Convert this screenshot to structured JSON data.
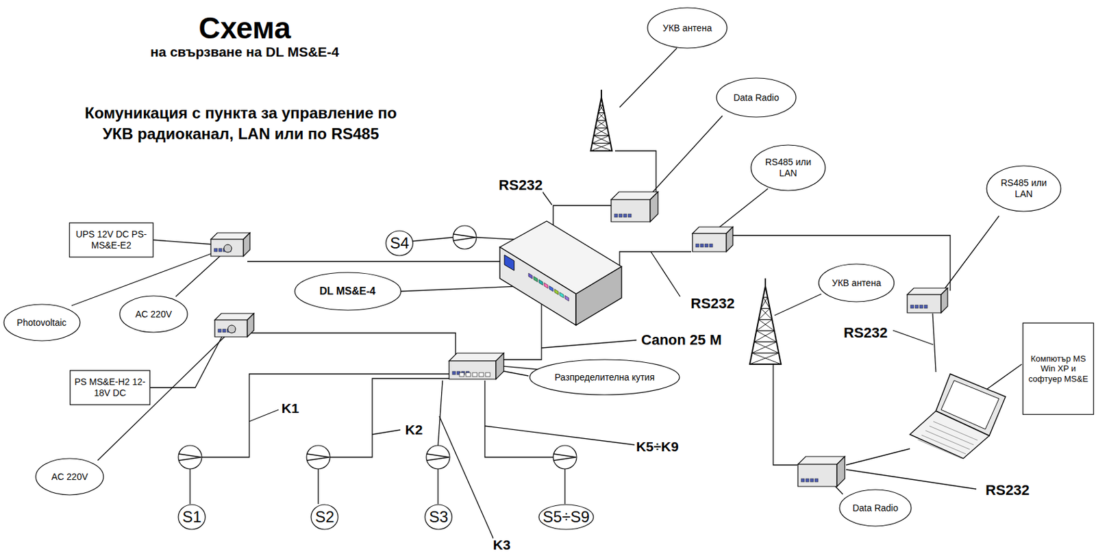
{
  "diagram": {
    "title": "Схема",
    "nodes": [
      {
        "text": [
          "УКВ антена"
        ]
      },
      {
        "text": [
          "Data Radio"
        ]
      },
      {
        "text": [
          "RS485 или LAN"
        ]
      },
      {
        "text": [
          "RS485 или LAN"
        ]
      },
      {
        "text": [
          "UPS 12V DC PS-MS&E-E2"
        ]
      },
      {
        "text": [
          "S4"
        ]
      },
      {
        "text": [
          "DL MS&E-4"
        ]
      },
      {
        "text": [
          "Photovoltaic"
        ]
      },
      {
        "text": [
          "AC 220V"
        ]
      },
      {
        "text": [
          "УКВ антена"
        ]
      },
      {
        "text": [
          "PS MS&E-H2 12-18V DC"
        ]
      },
      {
        "text": [
          "Разпределителна кутия"
        ]
      },
      {
        "text": [
          "Компютър MS Win XP и софтуер MS&E"
        ]
      },
      {
        "text": [
          "AC 220V"
        ]
      },
      {
        "text": [
          "Data Radio"
        ]
      },
      {
        "text": [
          "S1"
        ]
      },
      {
        "text": [
          "S2"
        ]
      },
      {
        "text": [
          "S3"
        ]
      },
      {
        "text": [
          "S5÷S9"
        ]
      }
    ],
    "labels": [
      "на свързване на DL MS&E-4",
      "Комуникация с пункта за управление по УКВ радиоканал, LAN или по RS485",
      "RS232",
      "RS232",
      "Canon 25 M",
      "RS232",
      "K1",
      "K2",
      "K5÷K9",
      "RS232",
      "K3"
    ]
  }
}
